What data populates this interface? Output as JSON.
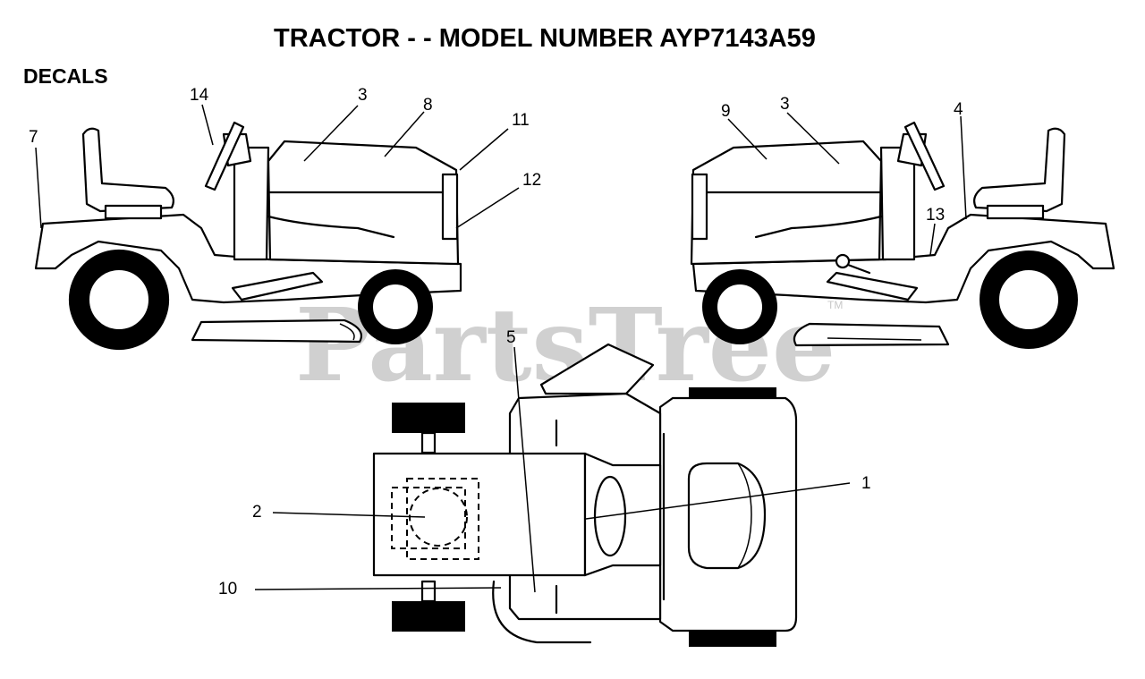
{
  "title": "TRACTOR - - MODEL NUMBER AYP7143A59",
  "section": "DECALS",
  "watermark": {
    "text": "PartsTree",
    "tm": "TM"
  },
  "callouts": {
    "c1": "1",
    "c2": "2",
    "c3a": "3",
    "c3b": "3",
    "c4": "4",
    "c5": "5",
    "c7": "7",
    "c8": "8",
    "c9": "9",
    "c10": "10",
    "c11": "11",
    "c12": "12",
    "c13": "13",
    "c14": "14"
  }
}
